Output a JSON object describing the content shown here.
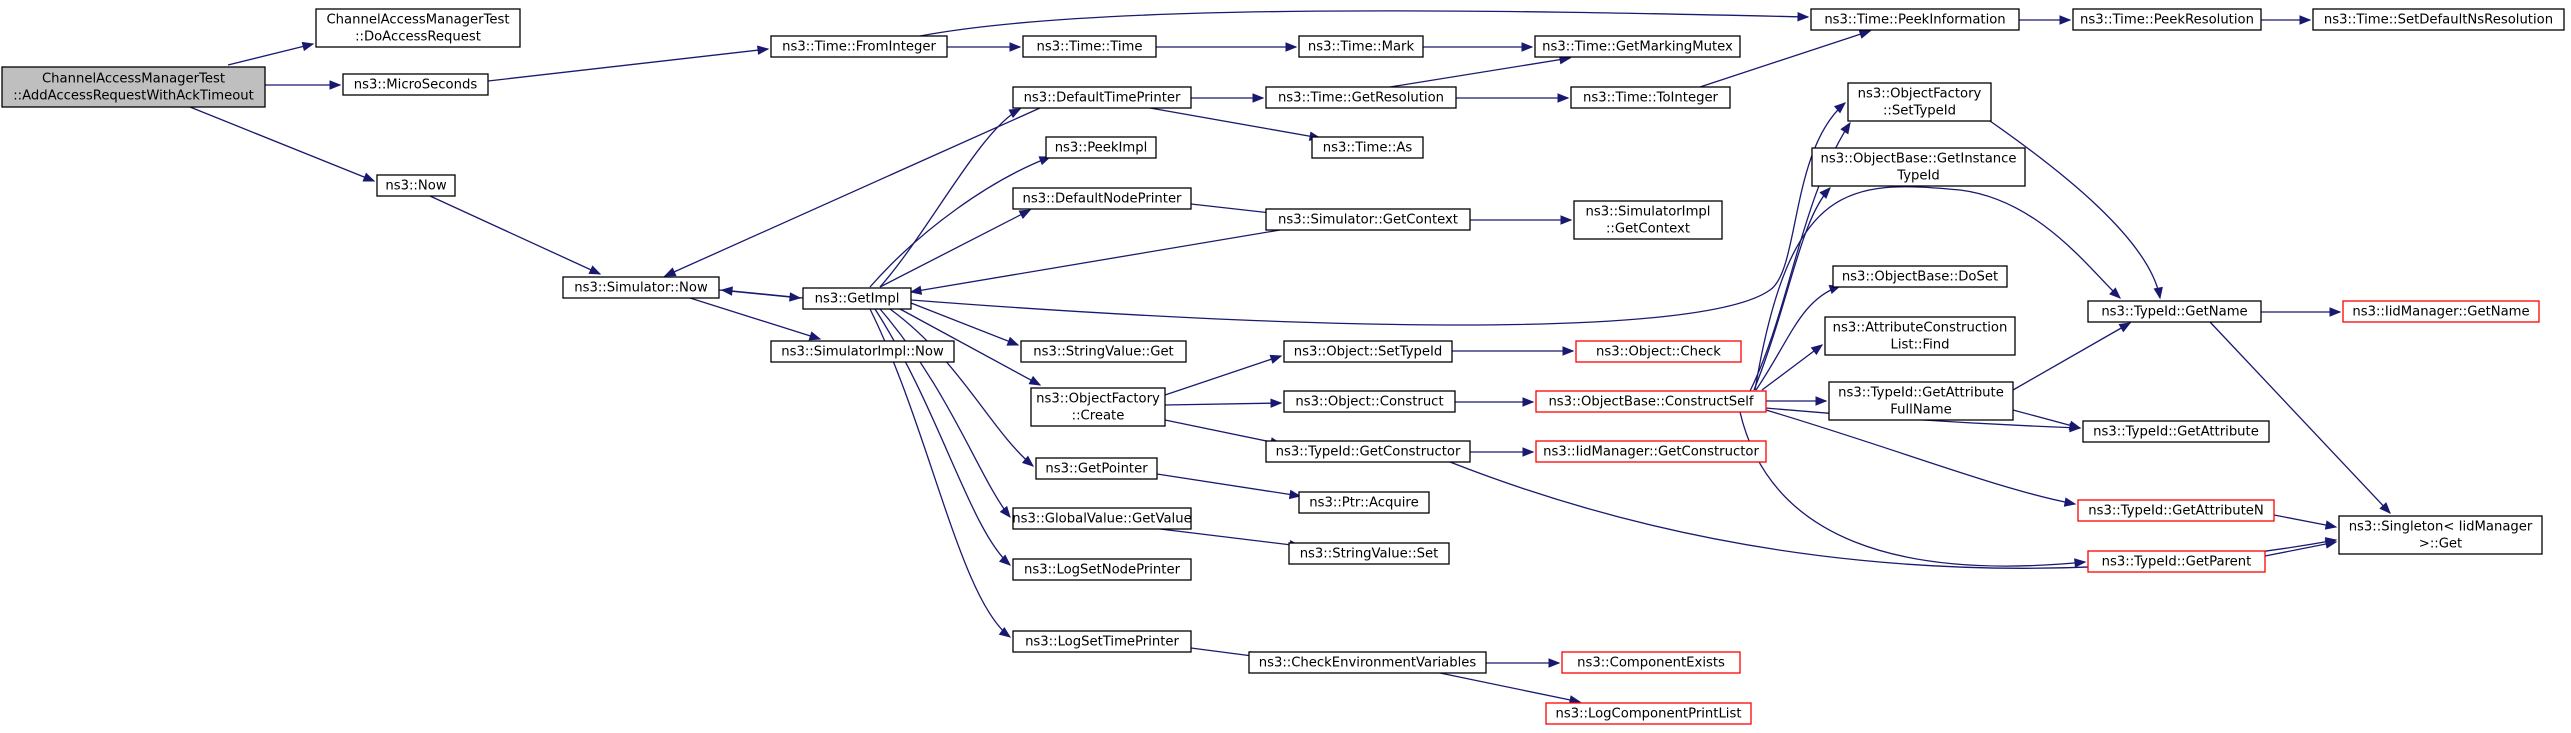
{
  "colors": {
    "edge": "#191970",
    "root_fill": "#bfbfbf",
    "node_fill": "#ffffff",
    "node_stroke": "#000000",
    "truncated_stroke": "#ff0000"
  },
  "nodes": {
    "root": {
      "lines": [
        "ChannelAccessManagerTest",
        "::AddAccessRequestWithAckTimeout"
      ],
      "root": true
    },
    "doAccessRequest": {
      "lines": [
        "ChannelAccessManagerTest",
        "::DoAccessRequest"
      ]
    },
    "microSeconds": {
      "lines": [
        "ns3::MicroSeconds"
      ]
    },
    "now": {
      "lines": [
        "ns3::Now"
      ]
    },
    "simulatorNow": {
      "lines": [
        "ns3::Simulator::Now"
      ]
    },
    "fromInteger": {
      "lines": [
        "ns3::Time::FromInteger"
      ]
    },
    "timeTime": {
      "lines": [
        "ns3::Time::Time"
      ]
    },
    "timeMark": {
      "lines": [
        "ns3::Time::Mark"
      ]
    },
    "getMarkingMutex": {
      "lines": [
        "ns3::Time::GetMarkingMutex"
      ]
    },
    "peekInformation": {
      "lines": [
        "ns3::Time::PeekInformation"
      ]
    },
    "peekResolution": {
      "lines": [
        "ns3::Time::PeekResolution"
      ]
    },
    "setDefaultNsResolution": {
      "lines": [
        "ns3::Time::SetDefaultNsResolution"
      ]
    },
    "defaultTimePrinter": {
      "lines": [
        "ns3::DefaultTimePrinter"
      ]
    },
    "getResolution": {
      "lines": [
        "ns3::Time::GetResolution"
      ]
    },
    "toInteger": {
      "lines": [
        "ns3::Time::ToInteger"
      ]
    },
    "timeAs": {
      "lines": [
        "ns3::Time::As"
      ]
    },
    "peekImpl": {
      "lines": [
        "ns3::PeekImpl"
      ]
    },
    "defaultNodePrinter": {
      "lines": [
        "ns3::DefaultNodePrinter"
      ]
    },
    "simulatorGetContext": {
      "lines": [
        "ns3::Simulator::GetContext"
      ]
    },
    "simulatorImplGetContext": {
      "lines": [
        "ns3::SimulatorImpl",
        "::GetContext"
      ]
    },
    "getImpl": {
      "lines": [
        "ns3::GetImpl"
      ]
    },
    "simulatorImplNow": {
      "lines": [
        "ns3::SimulatorImpl::Now"
      ]
    },
    "stringValueGet": {
      "lines": [
        "ns3::StringValue::Get"
      ]
    },
    "objectFactoryCreate": {
      "lines": [
        "ns3::ObjectFactory",
        "::Create"
      ]
    },
    "objectSetTypeId": {
      "lines": [
        "ns3::Object::SetTypeId"
      ]
    },
    "objectCheck": {
      "lines": [
        "ns3::Object::Check"
      ],
      "truncated": true
    },
    "objectConstruct": {
      "lines": [
        "ns3::Object::Construct"
      ]
    },
    "constructSelf": {
      "lines": [
        "ns3::ObjectBase::ConstructSelf"
      ],
      "truncated": true
    },
    "getConstructor": {
      "lines": [
        "ns3::TypeId::GetConstructor"
      ]
    },
    "iidGetConstructor": {
      "lines": [
        "ns3::IidManager::GetConstructor"
      ],
      "truncated": true
    },
    "getPointer": {
      "lines": [
        "ns3::GetPointer"
      ]
    },
    "ptrAcquire": {
      "lines": [
        "ns3::Ptr::Acquire"
      ]
    },
    "globalGetValue": {
      "lines": [
        "ns3::GlobalValue::GetValue"
      ]
    },
    "stringValueSet": {
      "lines": [
        "ns3::StringValue::Set"
      ]
    },
    "logSetNodePrinter": {
      "lines": [
        "ns3::LogSetNodePrinter"
      ]
    },
    "logSetTimePrinter": {
      "lines": [
        "ns3::LogSetTimePrinter"
      ]
    },
    "checkEnvVars": {
      "lines": [
        "ns3::CheckEnvironmentVariables"
      ]
    },
    "componentExists": {
      "lines": [
        "ns3::ComponentExists"
      ],
      "truncated": true
    },
    "logComponentPrintList": {
      "lines": [
        "ns3::LogComponentPrintList"
      ],
      "truncated": true
    },
    "factorySetTypeId": {
      "lines": [
        "ns3::ObjectFactory",
        "::SetTypeId"
      ]
    },
    "getInstanceTypeId": {
      "lines": [
        "ns3::ObjectBase::GetInstance",
        "TypeId"
      ]
    },
    "doSet": {
      "lines": [
        "ns3::ObjectBase::DoSet"
      ]
    },
    "attrConstructionFind": {
      "lines": [
        "ns3::AttributeConstruction",
        "List::Find"
      ]
    },
    "getAttributeFullName": {
      "lines": [
        "ns3::TypeId::GetAttribute",
        "FullName"
      ]
    },
    "typeIdGetName": {
      "lines": [
        "ns3::TypeId::GetName"
      ]
    },
    "iidGetName": {
      "lines": [
        "ns3::IidManager::GetName"
      ],
      "truncated": true
    },
    "typeIdGetAttribute": {
      "lines": [
        "ns3::TypeId::GetAttribute"
      ]
    },
    "getAttributeN": {
      "lines": [
        "ns3::TypeId::GetAttributeN"
      ],
      "truncated": true
    },
    "getParent": {
      "lines": [
        "ns3::TypeId::GetParent"
      ],
      "truncated": true
    },
    "singletonGet": {
      "lines": [
        "ns3::Singleton< IidManager",
        " >::Get"
      ]
    }
  }
}
